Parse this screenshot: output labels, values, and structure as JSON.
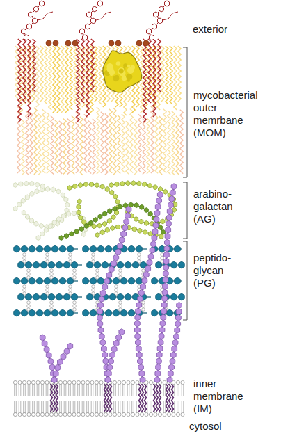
{
  "diagram": {
    "labels": [
      "exterior",
      "mycobacterial outer memrbane (MOM)",
      "arabino- galactan (AG)",
      "peptido- glycan (PG)",
      "inner membrane (IM)",
      "cytosol"
    ]
  }
}
